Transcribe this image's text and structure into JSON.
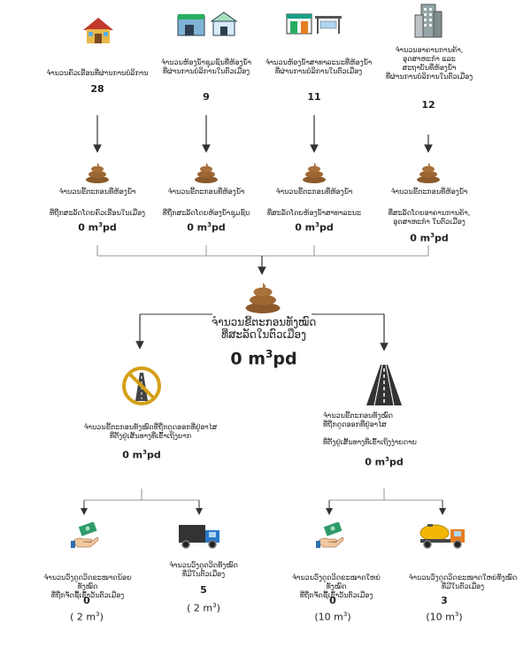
{
  "top": [
    {
      "label": "ຈໍານວນຄົວເຮືອນທີ່ຜ່ານການບໍລິການ",
      "value": "28"
    },
    {
      "label": "ຈໍານວນຫ້ອງນ້ຳຊຸມຊົນທີ່ຫ້ອງນ້ຳ\nທີ່ຜ່ານການບໍລິການໃນຕົວເມືອງ",
      "value": "9"
    },
    {
      "label": "ຈໍານວນຫ້ອງນ້ຳສາທາລະນະທີ່ຫ້ອງນ້ຳ\nທີ່ຜ່ານການບໍລິການໃນຕົວເມືອງ",
      "value": "11"
    },
    {
      "label": "ຈໍານວນອາຄານການຄ້າ,\nອຸດສາຫະກໍາ ແລະ\nສະຖາບັນທີ່ຫ້ອງນ້ຳ\nທີ່ຜ່ານການບໍລິການໃນຕົວເມືອງ",
      "value": "12"
    }
  ],
  "sludge": [
    {
      "label1": "ຈໍານວນຂີ້ຕະກອນທີ່ຫ້ອງນ້ຳ",
      "label2": "ທີ່ຖືກສະລັດໂດຍຄົວເຮືອນໃນເມືອງ",
      "value": "0 m",
      "unit": "pd"
    },
    {
      "label1": "ຈໍານວນຂີ້ຕະກອນທີ່ຫ້ອງນ້ຳ",
      "label2": "ທີ່ຖືກສະລັດໂດຍຫ້ອງນ້ຳຊຸມຊົນ",
      "value": "0 m",
      "unit": "pd"
    },
    {
      "label1": "ຈໍານວນຂີ້ຕະກອນທີ່ຫ້ອງນ້ຳ",
      "label2": "ທີ່ສະລັດໂດຍຫ້ອງນ້ຳສາທາລະນະ",
      "value": "0 m",
      "unit": "pd"
    },
    {
      "label1": "ຈໍານວນຂີ້ຕະກອນທີ່ຫ້ອງນ້ຳ",
      "label2": "ທີ່ສະລັດໂດຍອາຄານການຄ້າ,\nອຸດສາຫະກໍາ ໃນຕົວເມືອງ",
      "value": "0 m",
      "unit": "pd"
    }
  ],
  "center": {
    "label": "ຈໍານວນຂີ້ຕະກອນທັງໝົດ\nທີ່ສະລັດໃນຕົວເມືອງ",
    "value": "0 m",
    "unit": "pd"
  },
  "branches": [
    {
      "label": "ຈໍານວນຂີ້ຕະກອນທັງໝົດທີ່ຖືກດູດອອກທີ່ຢູ່ອາໄສ\nທີ່ຕັ້ງຢູ່ເສັ້ນທາງທີ່ເຂົ້າເຖິງຍາກ",
      "value": "0 m",
      "unit": "pd"
    },
    {
      "label": "ຈໍານວນຂີ້ຕະກອນທັງໝົດ\nທີ່ຖືກດູດອອກທີ່ຢູ່ອາໄສ\n\nທີ່ຕັ້ງຢູ່ເສັ້ນທາງທີ່ເຂົ້າເຖິງງ່າຍດາຍ",
      "value": "0 m",
      "unit": "pd"
    }
  ],
  "bottom": [
    {
      "label": "ຈໍານວນວົງດູດວິດຂະໜາດນ້ອຍທັງໝົດ\nທີ່ຖືກຈັດຊື້ເຂົ້າວັນຕົວເມືອງ",
      "value": "0",
      "size": "( 2 m",
      "size_unit": ")"
    },
    {
      "label": "ຈໍານວນວົງດູດວິດທັງໝົດ\nທີ່ມີໃນຕົວເມືອງ",
      "value": "5",
      "size": "( 2 m",
      "size_unit": ")"
    },
    {
      "label": "ຈໍານວນວົງດູດວິດຂະໜາດໃຫຍ່ທັງໝົດ\nທີ່ຖືກຈັດຊື້ເຂົ້າວັນຕົວເມືອງ",
      "value": "0",
      "size": "(10 m",
      "size_unit": ")"
    },
    {
      "label": "ຈໍານວນວົງດູດວິດຂະໜາດໃຫຍ່ທັງໝົດ\nທີ່ມີໃນຕົວເມືອງ",
      "value": "3",
      "size": "(10 m",
      "size_unit": ")"
    }
  ],
  "colors": {
    "poop": "#8B5A2B",
    "line": "#555555",
    "arrow": "#333333",
    "money": "#2e9b6a",
    "truck_blue": "#2a78c8",
    "truck_yellow": "#f2b705"
  },
  "icons": [
    "house-icon",
    "shop-icon",
    "public-toilet-icon",
    "building-icon",
    "poop-icon",
    "no-road-icon",
    "road-icon",
    "money-hand-icon",
    "truck-icon",
    "tanker-truck-icon"
  ]
}
